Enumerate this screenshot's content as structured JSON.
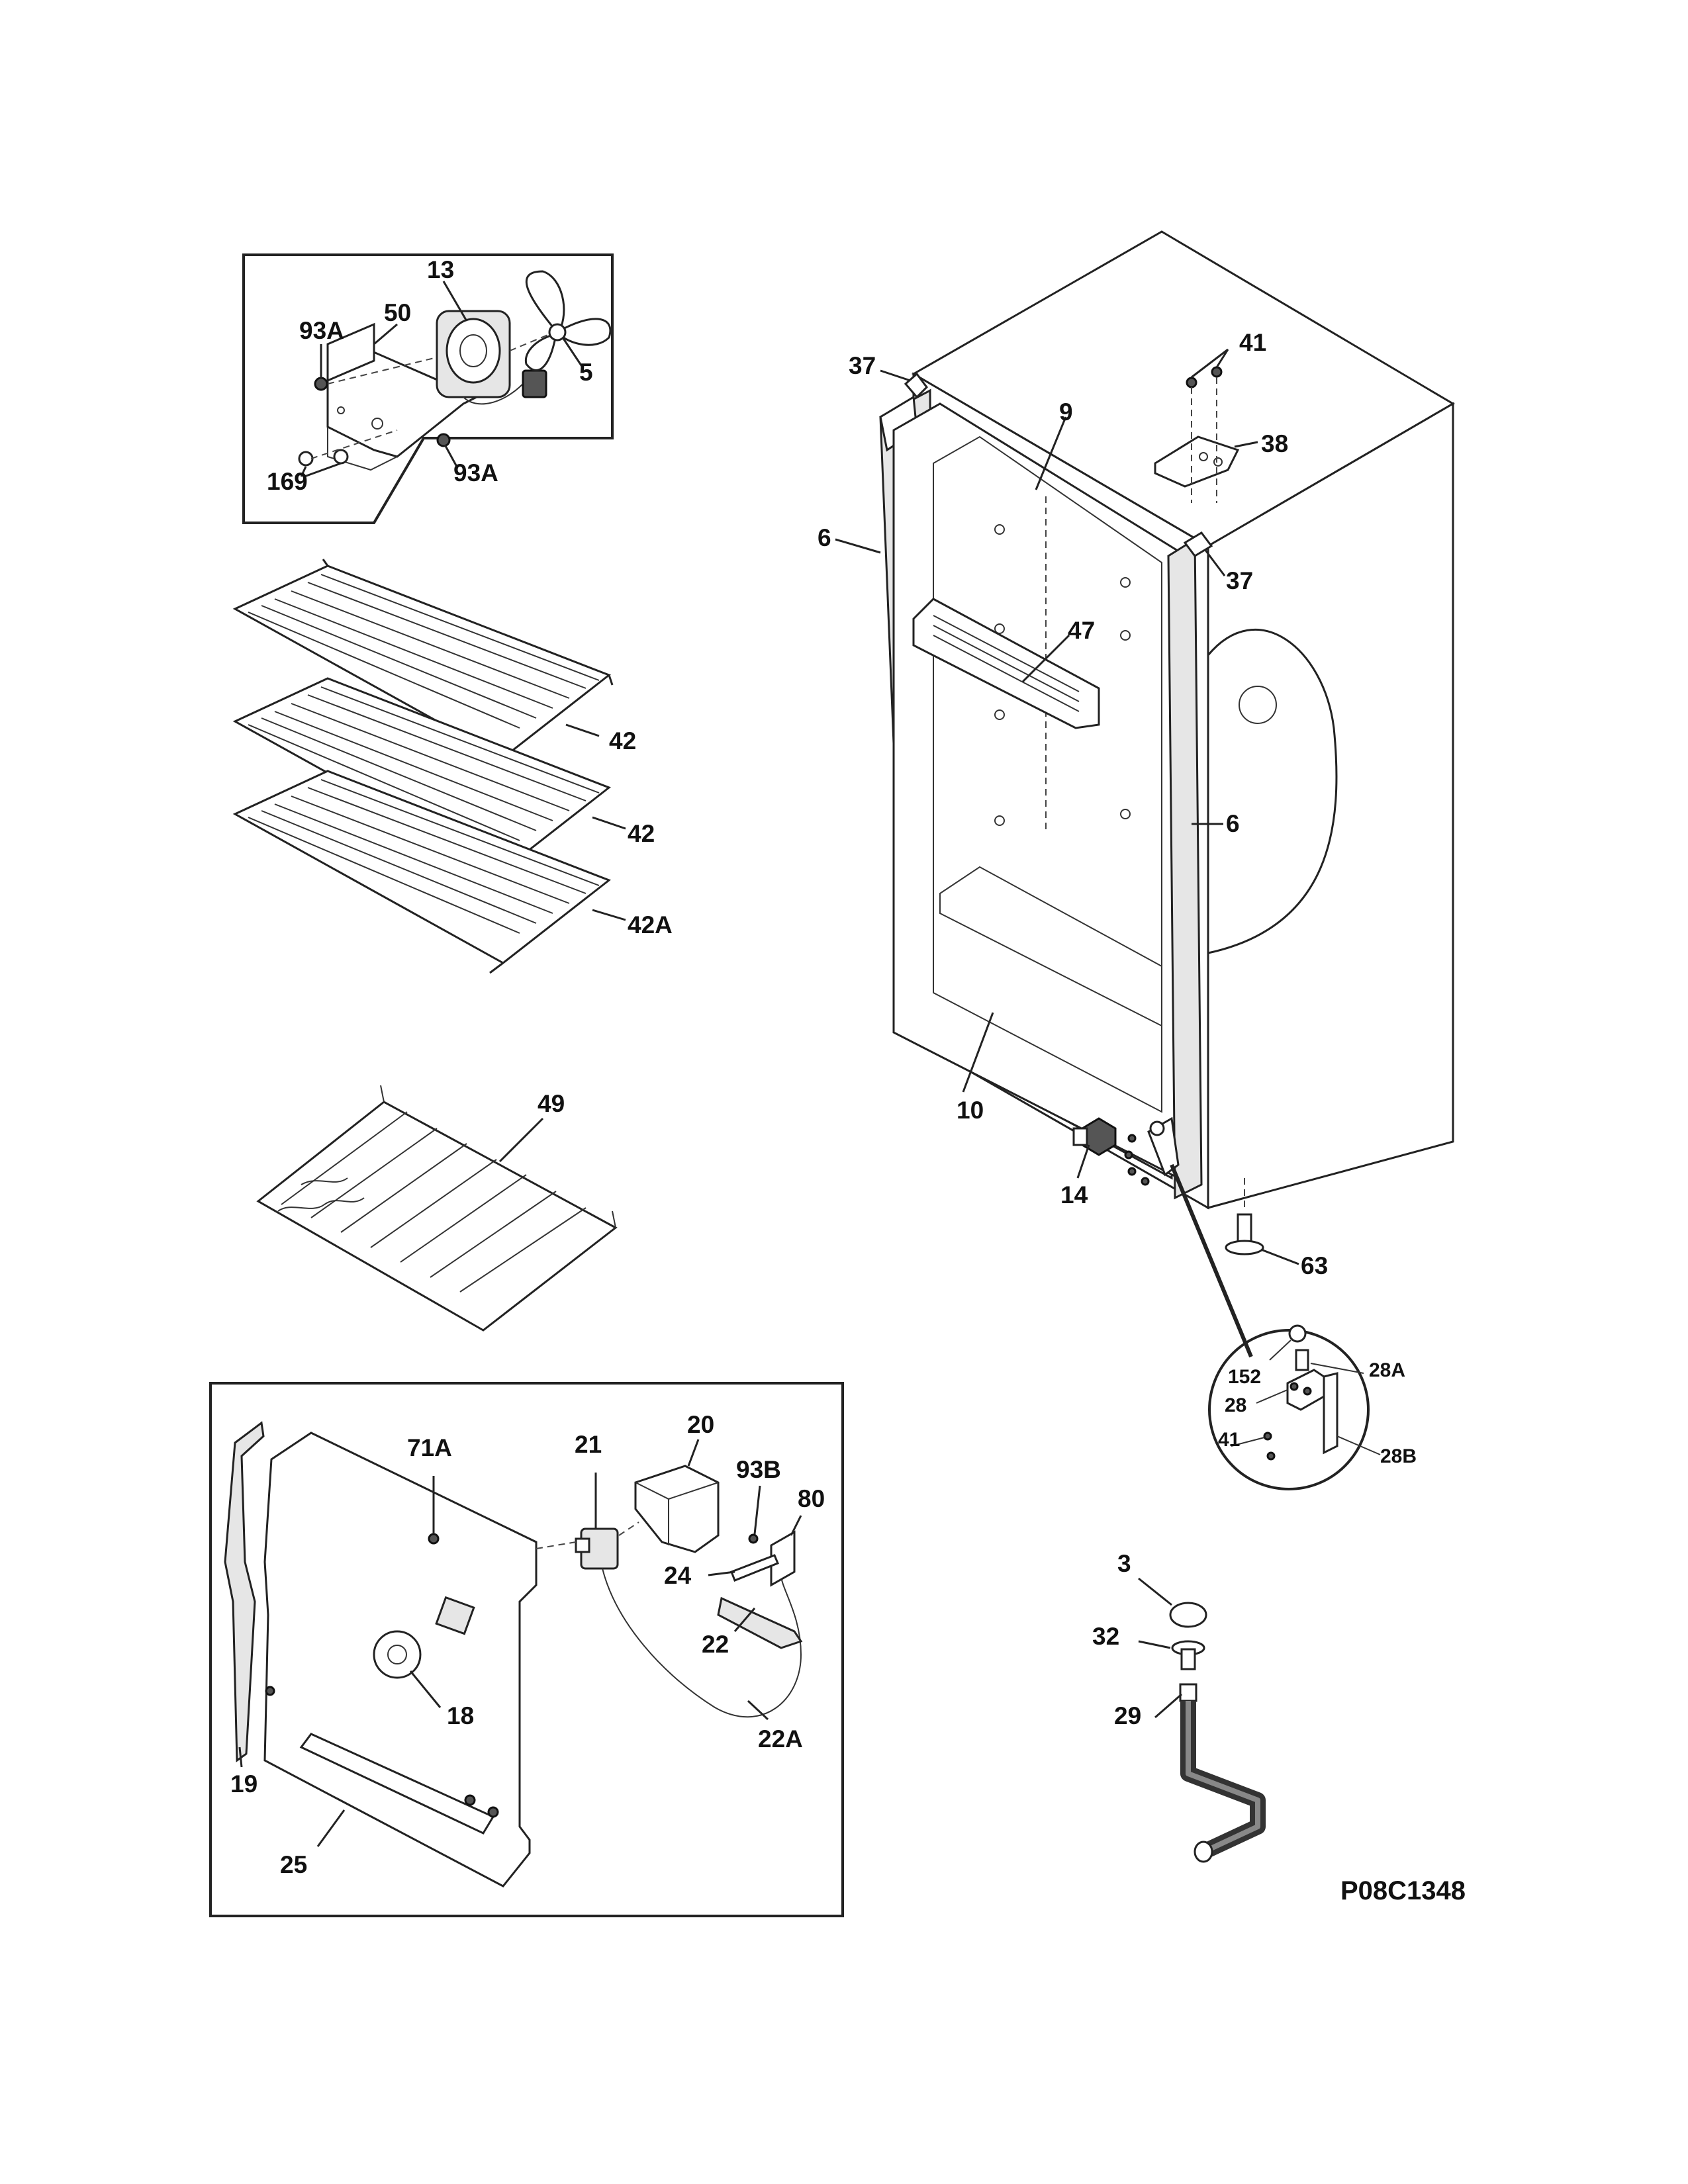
{
  "diagram_code": "P08C1348",
  "callouts": {
    "fan_kit": {
      "motor": "13",
      "screw_upper": "93A",
      "bracket": "50",
      "fan_blade": "5",
      "grommets": "169",
      "screw_lower": "93A"
    },
    "shelves": {
      "shelf_top": "42",
      "shelf_middle": "42",
      "shelf_bottom": "42A"
    },
    "basket": "49",
    "cabinet": {
      "hinge_cover_left": "37",
      "screws_top": "41",
      "top_gasket": "9",
      "top_hinge": "38",
      "door_left": "6",
      "hinge_cover_right": "37",
      "door_shelf": "47",
      "door_right": "6",
      "bottom_gasket": "10",
      "switch": "14",
      "leveling_leg": "63"
    },
    "hinge_detail": {
      "bushing": "152",
      "hinge_pin": "28A",
      "hinge": "28",
      "screws": "41",
      "bracket": "28B"
    },
    "drain": {
      "cap": "3",
      "plug": "32",
      "tube": "29"
    },
    "rear_panel": {
      "screw": "71A",
      "thermostat": "21",
      "knob_cover": "20",
      "screw_small": "93B",
      "clip": "80",
      "bracket": "24",
      "sensor_holder": "22",
      "capillary_tube": "22A",
      "grommet": "18",
      "gasket_strip": "19",
      "channel": "25"
    }
  }
}
